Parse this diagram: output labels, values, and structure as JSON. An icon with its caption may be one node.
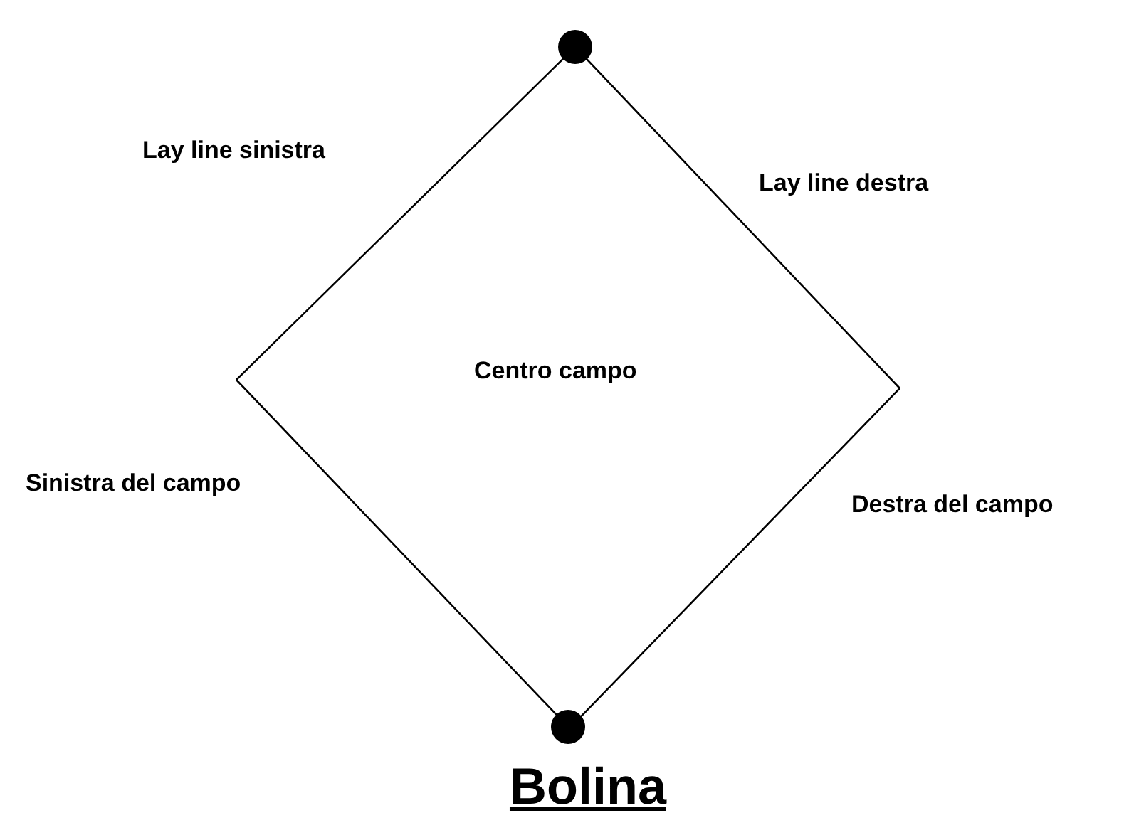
{
  "diagram": {
    "title": "Bolina",
    "nodes": [
      {
        "text": [],
        "shape": "circle"
      },
      {
        "text": [
          "Centro campo"
        ]
      },
      {
        "text": [],
        "shape": "circle"
      }
    ],
    "labels": [
      "Lay line sinistra",
      "Lay line destra",
      "Sinistra del campo",
      "Destra del campo"
    ]
  }
}
